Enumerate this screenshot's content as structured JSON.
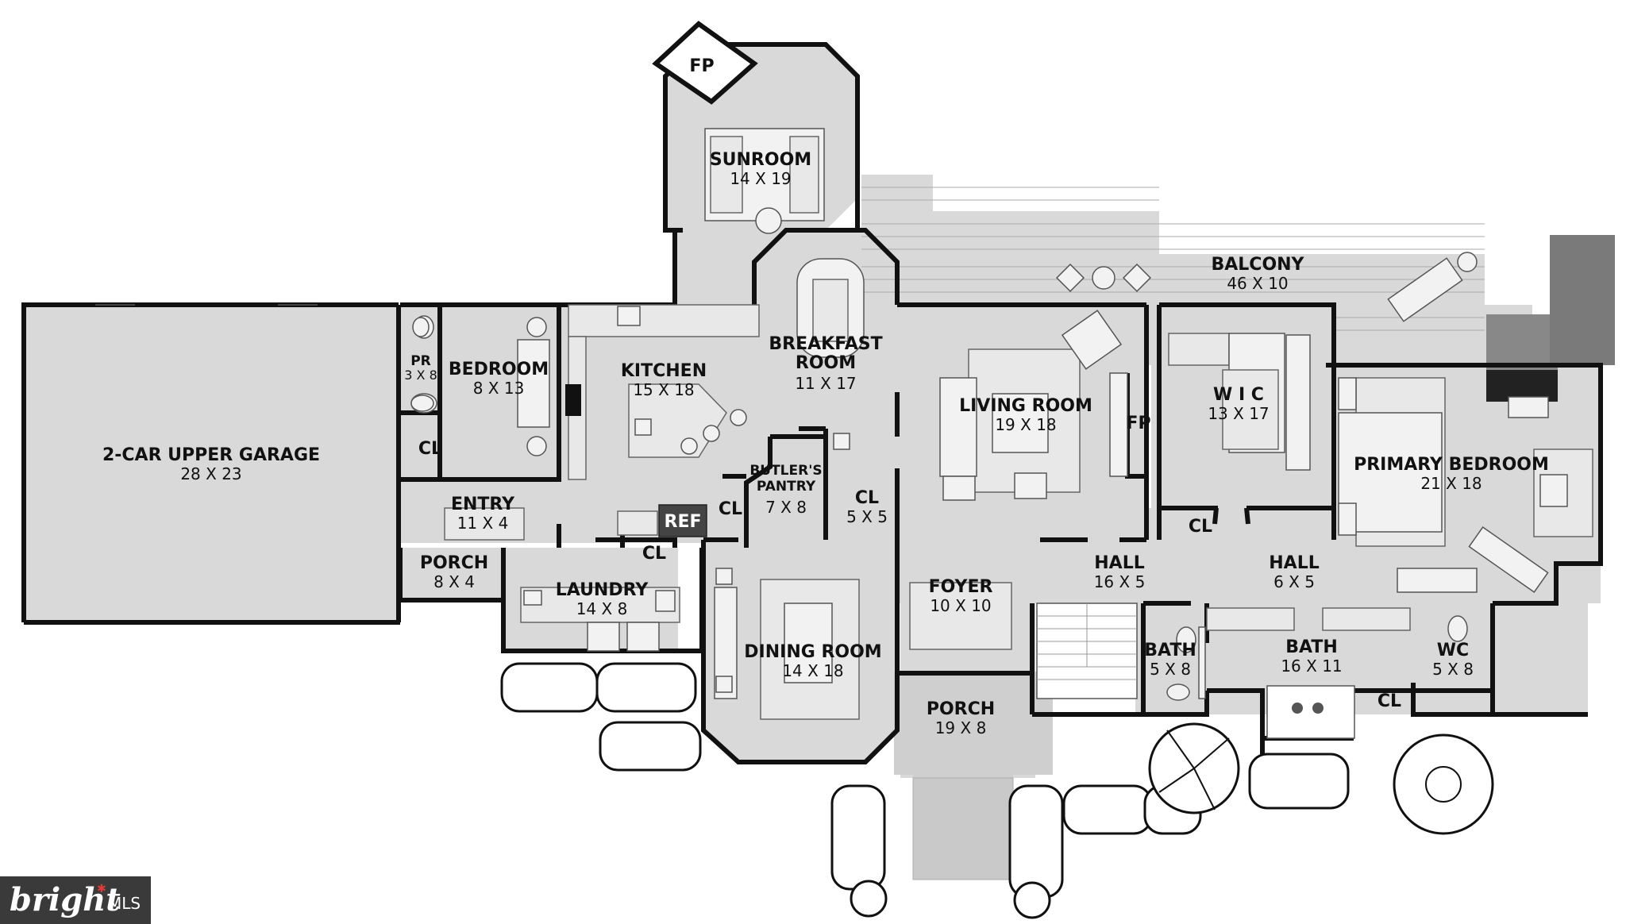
{
  "rooms": {
    "garage": {
      "name": "2-CAR UPPER GARAGE",
      "dim": "28 X 23"
    },
    "pr": {
      "name": "PR",
      "dim": "3 X 8"
    },
    "bedroom": {
      "name": "BEDROOM",
      "dim": "8 X 13"
    },
    "cl_bedroom": {
      "name": "CL"
    },
    "entry": {
      "name": "ENTRY",
      "dim": "11 X 4"
    },
    "porch_side": {
      "name": "PORCH",
      "dim": "8 X 4"
    },
    "laundry": {
      "name": "LAUNDRY",
      "dim": "14 X 8"
    },
    "cl_laundry": {
      "name": "CL"
    },
    "kitchen": {
      "name": "KITCHEN",
      "dim": "15 X 18"
    },
    "ref": {
      "name": "REF"
    },
    "cl_kitchen": {
      "name": "CL"
    },
    "butlers_pantry": {
      "name_line1": "BUTLER'S",
      "name_line2": "PANTRY",
      "dim": "7 X 8"
    },
    "cl_pantry": {
      "name": "CL",
      "dim": "5 X 5"
    },
    "sunroom": {
      "name": "SUNROOM",
      "dim": "14 X 19"
    },
    "fp_sunroom": {
      "name": "FP"
    },
    "breakfast": {
      "name_line1": "BREAKFAST",
      "name_line2": "ROOM",
      "dim": "11 X 17"
    },
    "dining": {
      "name": "DINING ROOM",
      "dim": "14 X 18"
    },
    "foyer": {
      "name": "FOYER",
      "dim": "10 X 10"
    },
    "porch_front": {
      "name": "PORCH",
      "dim": "19 X 8"
    },
    "living": {
      "name": "LIVING ROOM",
      "dim": "19 X 18"
    },
    "fp_living": {
      "name": "FP"
    },
    "balcony": {
      "name": "BALCONY",
      "dim": "46 X 10"
    },
    "wic": {
      "name": "W I C",
      "dim": "13 X 17"
    },
    "cl_wic": {
      "name": "CL"
    },
    "hall_main": {
      "name": "HALL",
      "dim": "16 X 5"
    },
    "hall_small": {
      "name": "HALL",
      "dim": "6 X 5"
    },
    "bath_small": {
      "name": "BATH",
      "dim": "5 X 8"
    },
    "bath_main": {
      "name": "BATH",
      "dim": "16 X 11"
    },
    "cl_bath": {
      "name": "CL"
    },
    "wc": {
      "name": "WC",
      "dim": "5 X 8"
    },
    "primary": {
      "name": "PRIMARY BEDROOM",
      "dim": "21 X 18"
    }
  },
  "logo": {
    "brand": "bright",
    "suffix": "MLS"
  },
  "colors": {
    "floor": "#d9d9d9",
    "wall": "#111111",
    "background": "#ffffff",
    "logo_bg": "#3a3a3a",
    "logo_accent": "#e23a3a"
  }
}
